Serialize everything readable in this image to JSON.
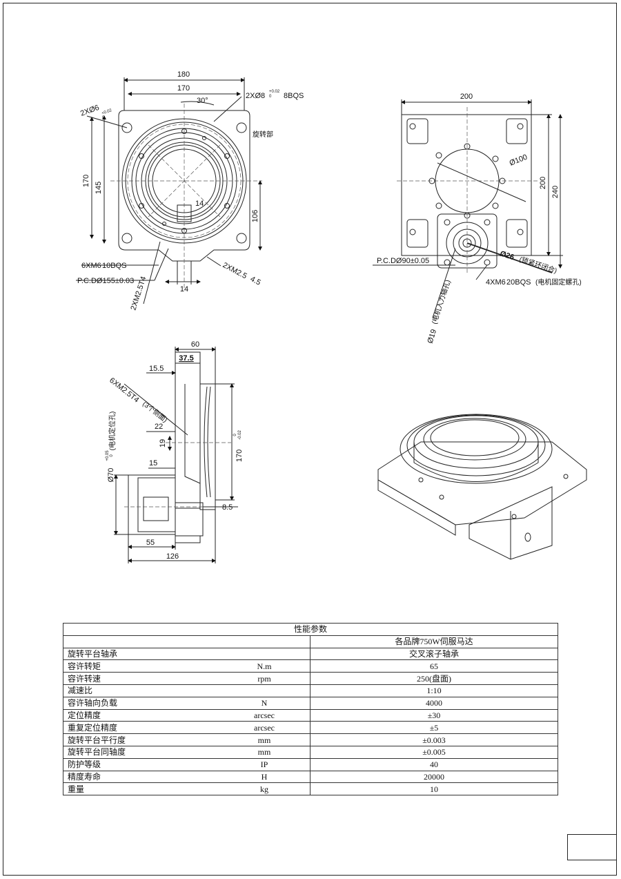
{
  "dimensions": {
    "top_width_outer": "180",
    "top_width_inner": "170",
    "top_angle": "30°",
    "dowel_label": "2XØ8",
    "dowel_label_tol_sup": "+0.02",
    "dowel_label_tol_sub": "0",
    "dowel_label_depth": "8BQS",
    "left_hole_label": "2XØ6",
    "left_hole_tol_sup": "+0.02",
    "left_hole_tol_sub": "0",
    "rotating_part": "旋转部",
    "left_height_outer": "170",
    "left_height_inner": "145",
    "right_height": "106",
    "center_dim": "14",
    "bottom_dim": "14",
    "screw_label_1": "6XM6",
    "screw_label_1_depth": "10BQS",
    "pcd_label": "P.C.DØ155±0.03",
    "thread_label_a": "2XM2.5T4",
    "thread_label_b": "2XM2.5",
    "thread_label_b_depth": "4.5",
    "motor_width": "200",
    "motor_circle": "Ø100",
    "motor_height_inner": "200",
    "motor_height_outer": "240",
    "motor_pcd": "P.C.DØ90±0.05",
    "motor_bore": "Ø26",
    "motor_bore_note": "(锁紧环闭合)",
    "motor_screws": "4XM6",
    "motor_screws_depth": "20BQS",
    "motor_screws_note": "(电机固定螺孔)",
    "motor_shaft": "Ø19",
    "motor_shaft_note": "(电机入力轴孔)",
    "side_total": "60",
    "side_part": "37.5",
    "side_15_5": "15.5",
    "side_thread": "6XM2.5T4",
    "side_thread_note": "(3个侧面)",
    "side_22": "22",
    "side_19": "19",
    "side_170": "170",
    "side_170_tol": "-0.02",
    "side_170_tol0": "0",
    "side_phi70": "Ø70",
    "side_phi70_sup": "+0.05",
    "side_phi70_sub": "0",
    "side_phi70_note": "(电机定位孔)",
    "side_15": "15",
    "side_8_5": "8.5",
    "side_55": "55",
    "side_126": "126"
  },
  "table": {
    "title": "性能参数",
    "header_value": "各品牌750W伺服马达",
    "rows": [
      {
        "name": "旋转平台轴承",
        "unit": "",
        "value": "交叉滚子轴承"
      },
      {
        "name": "容许转矩",
        "unit": "N.m",
        "value": "65"
      },
      {
        "name": "容许转速",
        "unit": "rpm",
        "value": "250(盘面)"
      },
      {
        "name": "减速比",
        "unit": "",
        "value": "1:10"
      },
      {
        "name": "容许轴向负载",
        "unit": "N",
        "value": "4000"
      },
      {
        "name": "定位精度",
        "unit": "arcsec",
        "value": "±30"
      },
      {
        "name": "重复定位精度",
        "unit": "arcsec",
        "value": "±5"
      },
      {
        "name": "旋转平台平行度",
        "unit": "mm",
        "value": "±0.003"
      },
      {
        "name": "旋转平台同轴度",
        "unit": "mm",
        "value": "±0.005"
      },
      {
        "name": "防护等级",
        "unit": "IP",
        "value": "40"
      },
      {
        "name": "精度寿命",
        "unit": "H",
        "value": "20000"
      },
      {
        "name": "重量",
        "unit": "kg",
        "value": "10"
      }
    ]
  }
}
